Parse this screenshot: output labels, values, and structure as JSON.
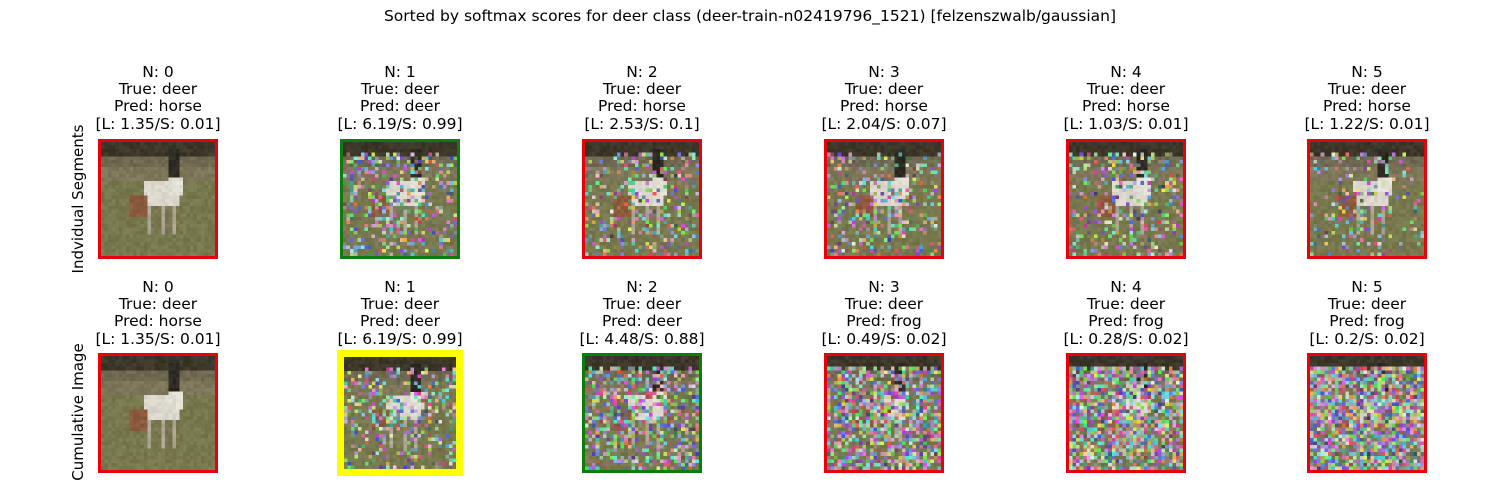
{
  "title": "Sorted by softmax scores for deer class (deer-train-n02419796_1521) [felzenszwalb/gaussian]",
  "colors": {
    "red": "#e8000b",
    "green": "#0a7d0a",
    "yellow": "#ffff00"
  },
  "rows": [
    {
      "label": "Indvidual Segments",
      "panels": [
        {
          "n": "N: 0",
          "true": "True: deer",
          "pred": "Pred: horse",
          "ls": "[L: 1.35/S: 0.01]",
          "border": "red",
          "noise": 0.0
        },
        {
          "n": "N: 1",
          "true": "True: deer",
          "pred": "Pred: deer",
          "ls": "[L: 6.19/S: 0.99]",
          "border": "green",
          "noise": 0.35
        },
        {
          "n": "N: 2",
          "true": "True: deer",
          "pred": "Pred: horse",
          "ls": "[L: 2.53/S: 0.1]",
          "border": "red",
          "noise": 0.3
        },
        {
          "n": "N: 3",
          "true": "True: deer",
          "pred": "Pred: horse",
          "ls": "[L: 2.04/S: 0.07]",
          "border": "red",
          "noise": 0.3
        },
        {
          "n": "N: 4",
          "true": "True: deer",
          "pred": "Pred: horse",
          "ls": "[L: 1.03/S: 0.01]",
          "border": "red",
          "noise": 0.3
        },
        {
          "n": "N: 5",
          "true": "True: deer",
          "pred": "Pred: horse",
          "ls": "[L: 1.22/S: 0.01]",
          "border": "red",
          "noise": 0.2
        }
      ]
    },
    {
      "label": "Cumulative Image",
      "panels": [
        {
          "n": "N: 0",
          "true": "True: deer",
          "pred": "Pred: horse",
          "ls": "[L: 1.35/S: 0.01]",
          "border": "red",
          "noise": 0.0
        },
        {
          "n": "N: 1",
          "true": "True: deer",
          "pred": "Pred: deer",
          "ls": "[L: 6.19/S: 0.99]",
          "border": "yellow",
          "noise": 0.35
        },
        {
          "n": "N: 2",
          "true": "True: deer",
          "pred": "Pred: deer",
          "ls": "[L: 4.48/S: 0.88]",
          "border": "green",
          "noise": 0.5
        },
        {
          "n": "N: 3",
          "true": "True: deer",
          "pred": "Pred: frog",
          "ls": "[L: 0.49/S: 0.02]",
          "border": "red",
          "noise": 0.7
        },
        {
          "n": "N: 4",
          "true": "True: deer",
          "pred": "Pred: frog",
          "ls": "[L: 0.28/S: 0.02]",
          "border": "red",
          "noise": 0.8
        },
        {
          "n": "N: 5",
          "true": "True: deer",
          "pred": "Pred: frog",
          "ls": "[L: 0.2/S: 0.02]",
          "border": "red",
          "noise": 0.9
        }
      ]
    }
  ]
}
